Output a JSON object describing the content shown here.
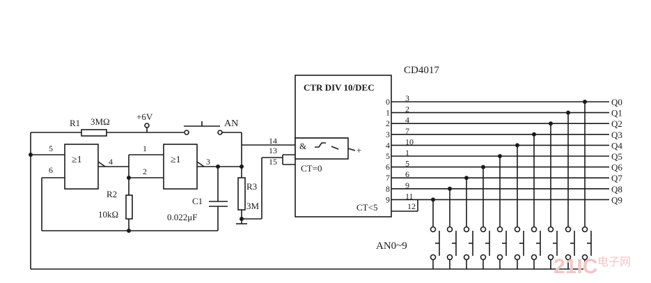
{
  "chip": {
    "name": "CD4017",
    "function": "CTR DIV 10/DEC",
    "gate": "&",
    "ct0": "CT=0",
    "ct5": "CT<5"
  },
  "chip_pins_in": [
    "14",
    "13",
    "15"
  ],
  "chip_outputs": [
    {
      "idx": "0",
      "pin": "3",
      "label": "Q0"
    },
    {
      "idx": "1",
      "pin": "2",
      "label": "Q1"
    },
    {
      "idx": "2",
      "pin": "4",
      "label": "Q2"
    },
    {
      "idx": "3",
      "pin": "7",
      "label": "Q3"
    },
    {
      "idx": "4",
      "pin": "10",
      "label": "Q4"
    },
    {
      "idx": "5",
      "pin": "1",
      "label": "Q5"
    },
    {
      "idx": "6",
      "pin": "5",
      "label": "Q6"
    },
    {
      "idx": "7",
      "pin": "6",
      "label": "Q7"
    },
    {
      "idx": "8",
      "pin": "9",
      "label": "Q8"
    },
    {
      "idx": "9",
      "pin": "11",
      "label": "Q9"
    }
  ],
  "chip_pin12": "12",
  "gate1": {
    "symbol": "≥1",
    "pin_a": "5",
    "pin_b": "6",
    "pin_out": "4"
  },
  "gate2": {
    "symbol": "≥1",
    "pin_a": "1",
    "pin_b": "2",
    "pin_out": "3"
  },
  "r1": {
    "name": "R1",
    "value": "3MΩ"
  },
  "r2": {
    "name": "R2",
    "value": "10kΩ"
  },
  "r3": {
    "name": "R3",
    "value": "3M"
  },
  "c1": {
    "name": "C1",
    "value": "0.022μF"
  },
  "supply": "+6V",
  "button": "AN",
  "keys": "AN0~9",
  "watermark": {
    "brand": "21IC",
    "cn": "电子网"
  }
}
